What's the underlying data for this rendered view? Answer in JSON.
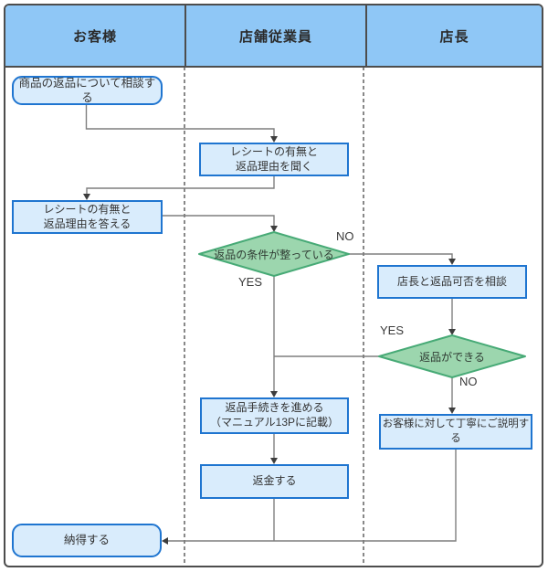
{
  "lanes": [
    {
      "title": "お客様"
    },
    {
      "title": "店舗従業員"
    },
    {
      "title": "店長"
    }
  ],
  "nodes": {
    "start": "商品の返品について相談する",
    "ask": "レシートの有無と\n返品理由を聞く",
    "answer": "レシートの有無と\n返品理由を答える",
    "condition": "返品の条件が整っている",
    "consult": "店長と返品可否を相談",
    "can_return": "返品ができる",
    "procedure": "返品手続きを進める\n（マニュアル13Pに記載）",
    "refund": "返金する",
    "explain": "お客様に対して丁寧にご説明す\nる",
    "accept": "納得する"
  },
  "edge_labels": {
    "condition_no": "NO",
    "condition_yes": "YES",
    "can_return_yes": "YES",
    "can_return_no": "NO"
  },
  "colors": {
    "header_fill": "#8fc7f6",
    "frame_border": "#4d4d4d",
    "box_fill": "#d9ecfc",
    "box_border": "#1f75d0",
    "diamond_fill": "#9cd6ae",
    "diamond_border": "#47aa76",
    "line": "#7f7f7f",
    "arrow": "#3d3d3d",
    "text": "#333333"
  }
}
